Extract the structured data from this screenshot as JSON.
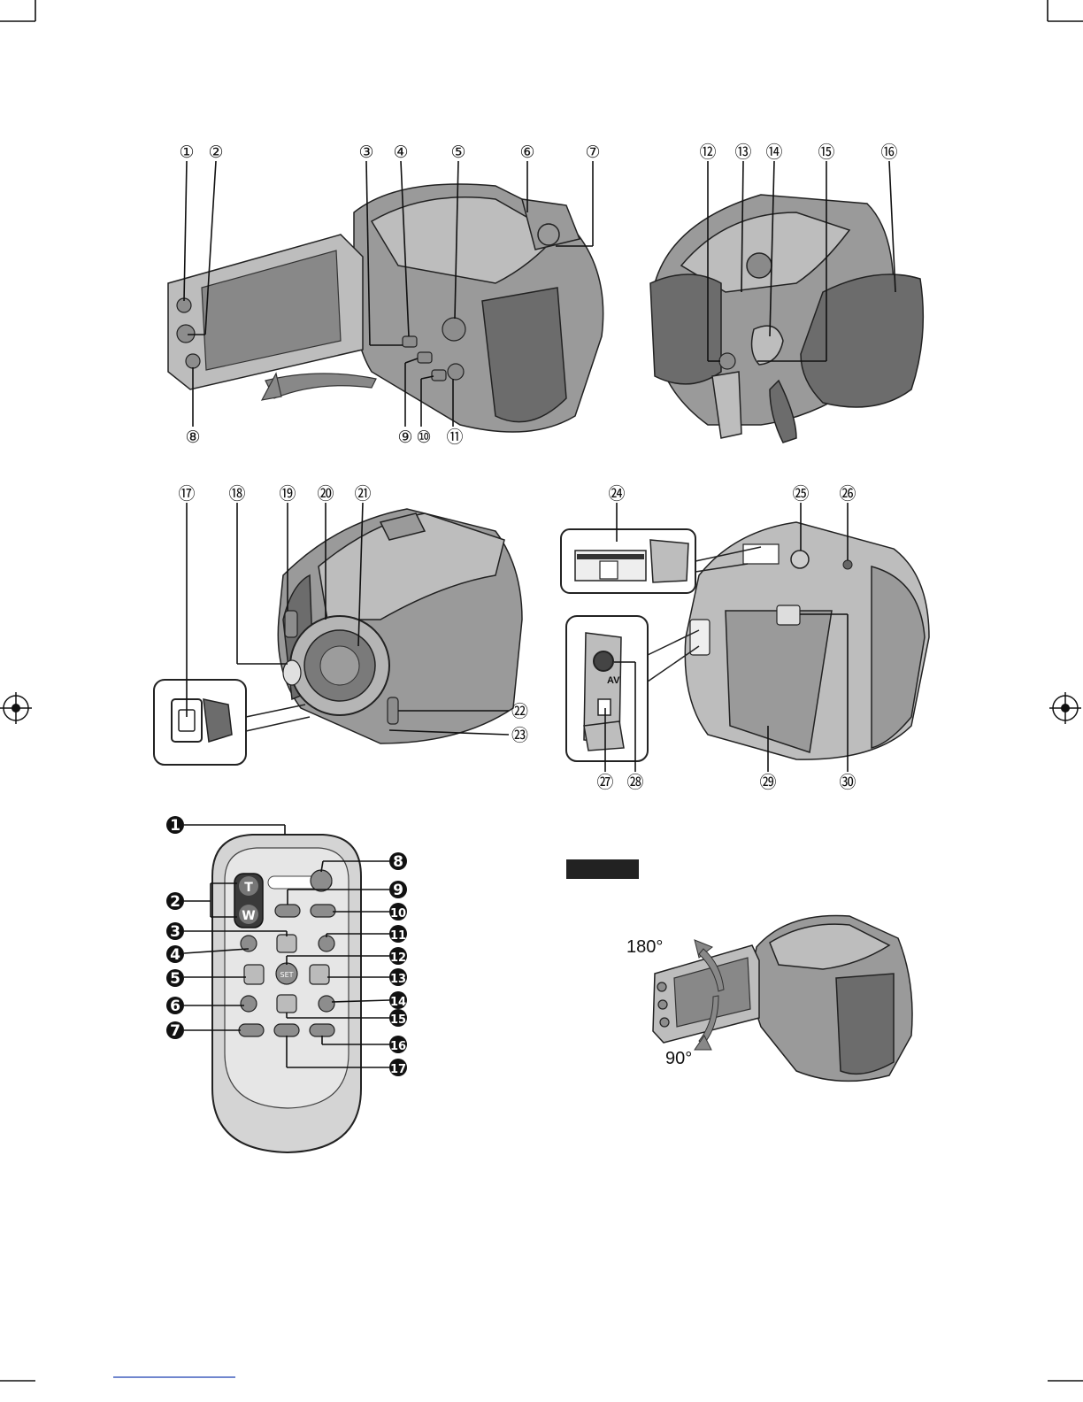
{
  "callouts": {
    "c1": "①",
    "c2": "②",
    "c3": "③",
    "c4": "④",
    "c5": "⑤",
    "c6": "⑥",
    "c7": "⑦",
    "c8": "⑧",
    "c9": "⑨",
    "c10": "⑩",
    "c11": "⑪",
    "c12": "⑫",
    "c13": "⑬",
    "c14": "⑭",
    "c15": "⑮",
    "c16": "⑯",
    "c17": "⑰",
    "c18": "⑱",
    "c19": "⑲",
    "c20": "⑳",
    "c21": "㉑",
    "c22": "㉒",
    "c23": "㉓",
    "c24": "㉔",
    "c25": "㉕",
    "c26": "㉖",
    "c27": "㉗",
    "c28": "㉘",
    "c29": "㉙",
    "c30": "㉚"
  },
  "remote_callouts": [
    "1",
    "2",
    "3",
    "4",
    "5",
    "6",
    "7",
    "8",
    "9",
    "10",
    "11",
    "12",
    "13",
    "14",
    "15",
    "16",
    "17"
  ],
  "remote_buttons": {
    "t": "T",
    "w": "W",
    "set": "SET"
  },
  "jack_label": "AV",
  "angles": {
    "a180": "180°",
    "a90": "90°"
  },
  "colors": {
    "body": "#9a9a9a",
    "light": "#bdbdbd",
    "dark": "#6c6c6c",
    "line": "#111111"
  }
}
